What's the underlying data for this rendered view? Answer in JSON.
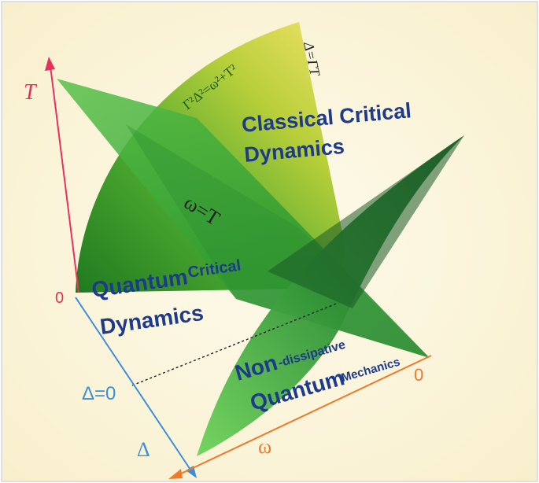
{
  "axes": {
    "t_label": "T",
    "t_origin": "0",
    "delta_zero": "Δ=0",
    "delta_label": "Δ",
    "omega_label": "ω",
    "omega_origin": "0"
  },
  "equations": {
    "circle": "Γ²Δ²=ω²+T²",
    "delta_gamma_t": "Δ=ΓT",
    "omega_t": "ω=T"
  },
  "regions": {
    "classical_line1": "Classical Critical",
    "classical_line2": "Dynamics",
    "quantum_line1_a": "Quantum",
    "quantum_line1_b": "Critical",
    "quantum_line2": "Dynamics",
    "nondiss_a": "Non",
    "nondiss_b": "-dissipative",
    "nondiss_c": "Quantum",
    "nondiss_d": "Mechanics"
  },
  "colors": {
    "background": "#fdf8e6",
    "t_axis": "#e8305a",
    "delta_axis": "#3b8fd6",
    "omega_axis": "#f07a2a",
    "label_blue": "#1e3a8a"
  }
}
